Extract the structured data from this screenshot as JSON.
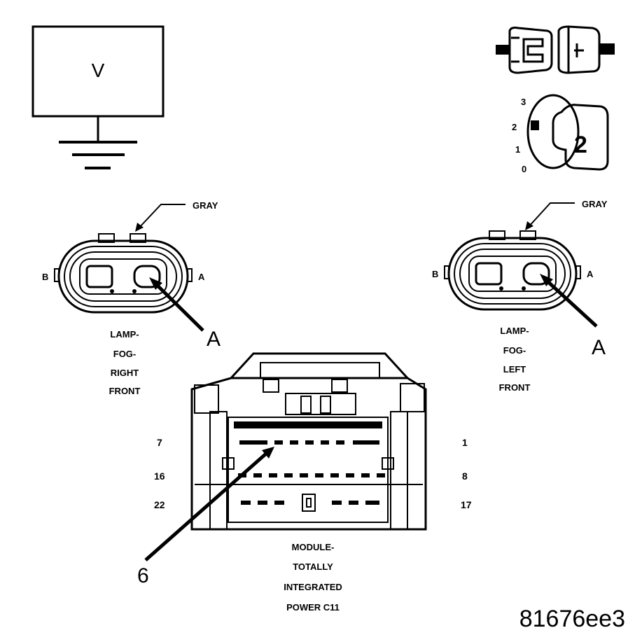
{
  "meter": {
    "label": "V"
  },
  "selector": {
    "positions": [
      "3",
      "2",
      "1",
      "0"
    ],
    "value": "2"
  },
  "right_connector": {
    "wire_color": "GRAY",
    "pin_left": "B",
    "pin_right": "A",
    "callout": "A",
    "name_lines": [
      "LAMP-",
      "FOG-",
      "RIGHT",
      "FRONT"
    ]
  },
  "left_connector": {
    "wire_color": "GRAY",
    "pin_left": "B",
    "pin_right": "A",
    "callout": "A",
    "name_lines": [
      "LAMP-",
      "FOG-",
      "LEFT",
      "FRONT"
    ]
  },
  "module_connector": {
    "pin_labels_left": [
      "7",
      "16",
      "22"
    ],
    "pin_labels_right": [
      "1",
      "8",
      "17"
    ],
    "callout": "6",
    "name_lines": [
      "MODULE-",
      "TOTALLY",
      "INTEGRATED",
      "POWER C11"
    ]
  },
  "figure_id": "81676ee3"
}
